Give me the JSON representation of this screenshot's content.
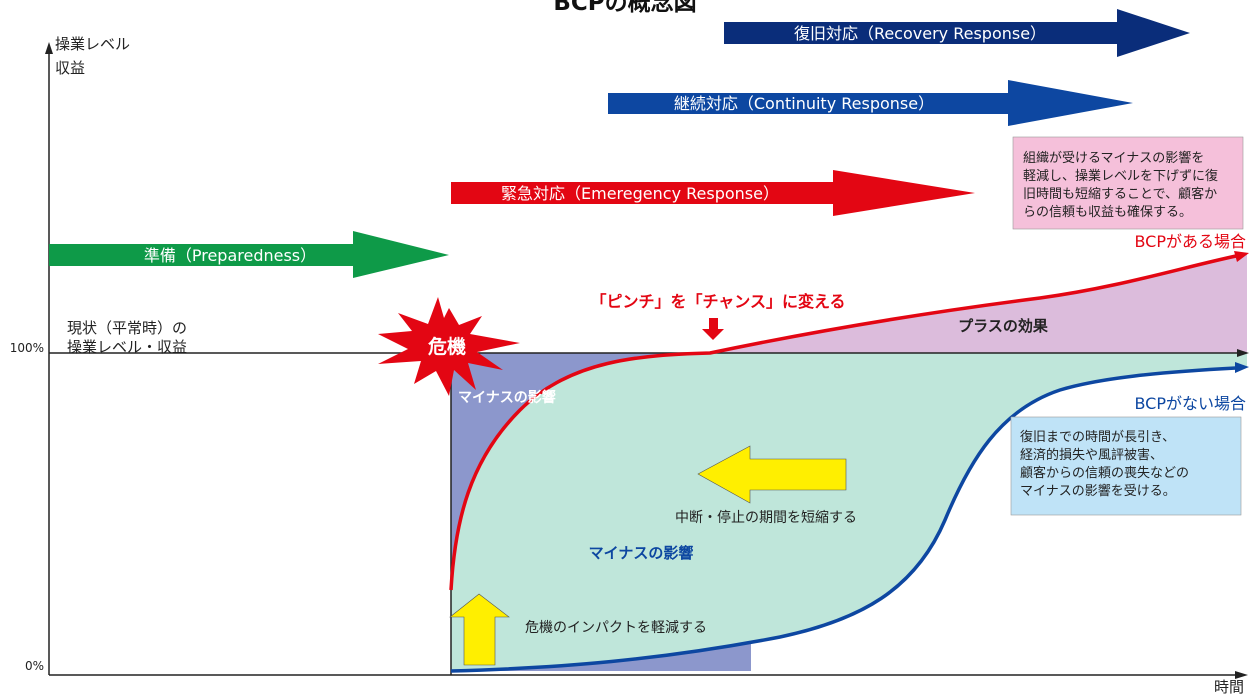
{
  "title": "BCPの概念図",
  "axes": {
    "y_label_1": "操業レベル",
    "y_label_2": "収益",
    "x_label": "時間",
    "y_100": "100%",
    "y_0": "0%"
  },
  "baseline": {
    "line1": "現状（平常時）の",
    "line2": "操業レベル・収益"
  },
  "crisis": "危機",
  "phases": {
    "recovery": "復旧対応（Recovery Response）",
    "continuity": "継続対応（Continuity Response）",
    "emergency": "緊急対応（Emeregency Response）",
    "preparedness": "準備（Preparedness）"
  },
  "labels": {
    "with_bcp": "BCPがある場合",
    "without_bcp": "BCPがない場合",
    "pinch": "「ピンチ」を「チャンス」に変える",
    "plus_effect": "プラスの効果",
    "minus_upper": "マイナスの影響",
    "minus_lower": "マイナスの影響",
    "shorten": "中断・停止の期間を短縮する",
    "reduce_impact": "危機のインパクトを軽減する"
  },
  "note_with_bcp": {
    "lines": [
      "組織が受けるマイナスの影響を",
      "軽減し、操業レベルを下げずに復",
      "旧時間も短縮することで、顧客か",
      "らの信頼も収益も確保する。"
    ]
  },
  "note_without_bcp": {
    "lines": [
      "復旧までの時間が長引き、",
      "経済的損失や風評被害、",
      "顧客からの信頼の喪失などの",
      "マイナスの影響を受ける。"
    ]
  },
  "colors": {
    "red": "#e30613",
    "dark_blue": "#0a2d7a",
    "blue": "#0d47a1",
    "green": "#0e9a48",
    "yellow": "#ffef00",
    "pink_note": "#f5c0da",
    "blue_note": "#bfe3f7",
    "mint": "#bfe6da",
    "periwinkle": "#8c97cc",
    "lavender": "#dcbcdc"
  }
}
